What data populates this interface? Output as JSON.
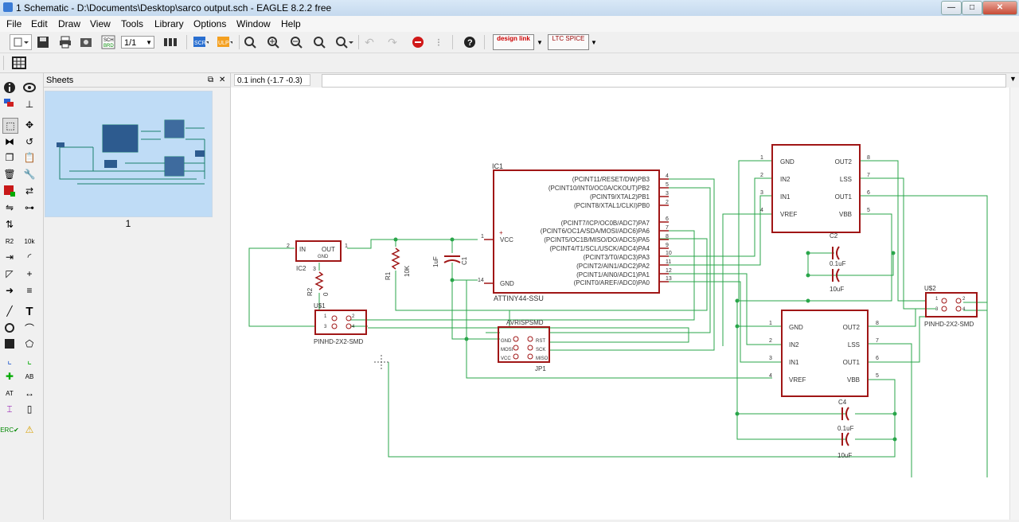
{
  "window": {
    "title": "1 Schematic - D:\\Documents\\Desktop\\sarco output.sch - EAGLE 8.2.2 free",
    "min": "—",
    "max": "□",
    "close": "✕"
  },
  "menu": [
    "File",
    "Edit",
    "Draw",
    "View",
    "Tools",
    "Library",
    "Options",
    "Window",
    "Help"
  ],
  "toolbar": {
    "sheet_select": "1/1",
    "design_link": "design link",
    "ltspice": "LTC SPICE"
  },
  "sheets_panel": {
    "title": "Sheets",
    "sheet_number": "1"
  },
  "coord_readout": "0.1 inch (-1.7 -0.3)",
  "schematic": {
    "ic1": {
      "name": "IC1",
      "value": "ATTINY44-SSU",
      "vcc": "VCC",
      "gnd": "GND",
      "pin_vcc": "1",
      "pin_gnd": "14",
      "pins": [
        {
          "label": "(PCINT11/RESET/DW)PB3",
          "num": "4"
        },
        {
          "label": "(PCINT10/INT0/OC0A/CKOUT)PB2",
          "num": "5"
        },
        {
          "label": "(PCINT9/XTAL2)PB1",
          "num": "3"
        },
        {
          "label": "(PCINT8/XTAL1/CLKI)PB0",
          "num": "2"
        },
        {
          "label": "(PCINT7/ICP/OC0B/ADC7)PA7",
          "num": "6"
        },
        {
          "label": "(PCINT6/OC1A/SDA/MOSI/ADC6)PA6",
          "num": "7"
        },
        {
          "label": "(PCINT5/OC1B/MISO/DO/ADC5)PA5",
          "num": "8"
        },
        {
          "label": "(PCINT4/T1/SCL/USCK/ADC4)PA4",
          "num": "9"
        },
        {
          "label": "(PCINT3/T0/ADC3)PA3",
          "num": "10"
        },
        {
          "label": "(PCINT2/AIN1/ADC2)PA2",
          "num": "11"
        },
        {
          "label": "(PCINT1/AIN0/ADC1)PA1",
          "num": "12"
        },
        {
          "label": "(PCINT0/AREF/ADC0)PA0",
          "num": "13"
        }
      ]
    },
    "drv": {
      "left_labels": [
        "GND",
        "IN2",
        "IN1",
        "VREF"
      ],
      "right_labels": [
        "OUT2",
        "LSS",
        "OUT1",
        "VBB"
      ],
      "left_nums": [
        "1",
        "2",
        "3",
        "4"
      ],
      "right_nums": [
        "8",
        "7",
        "6",
        "5"
      ]
    },
    "ic2": {
      "name": "IC2",
      "in": "IN",
      "out": "OUT",
      "gnd": "GND",
      "pin_in": "2",
      "pin_out": "1",
      "pin_gnd": "3"
    },
    "r1": {
      "name": "R1",
      "value": "10K"
    },
    "r2": {
      "name": "R2",
      "value": "0"
    },
    "c1": {
      "name": "C1",
      "value": "1uF"
    },
    "c2": {
      "name": "C2",
      "value": "0.1uF",
      "value2": "10uF"
    },
    "c4": {
      "name": "C4",
      "value": "0.1uF",
      "value2": "10uF"
    },
    "u1": {
      "name": "U$1",
      "value": "PINHD-2X2-SMD",
      "pins": [
        "1",
        "2",
        "3",
        "4"
      ]
    },
    "u2": {
      "name": "U$2",
      "value": "PINHD-2X2-SMD",
      "pins": [
        "1",
        "2",
        "3",
        "4"
      ]
    },
    "jp1": {
      "name": "AVRISPSMD",
      "ref": "JP1",
      "left": [
        "GND",
        "MOSI",
        "VCC"
      ],
      "right": [
        "RST",
        "SCK",
        "MISO"
      ]
    }
  }
}
